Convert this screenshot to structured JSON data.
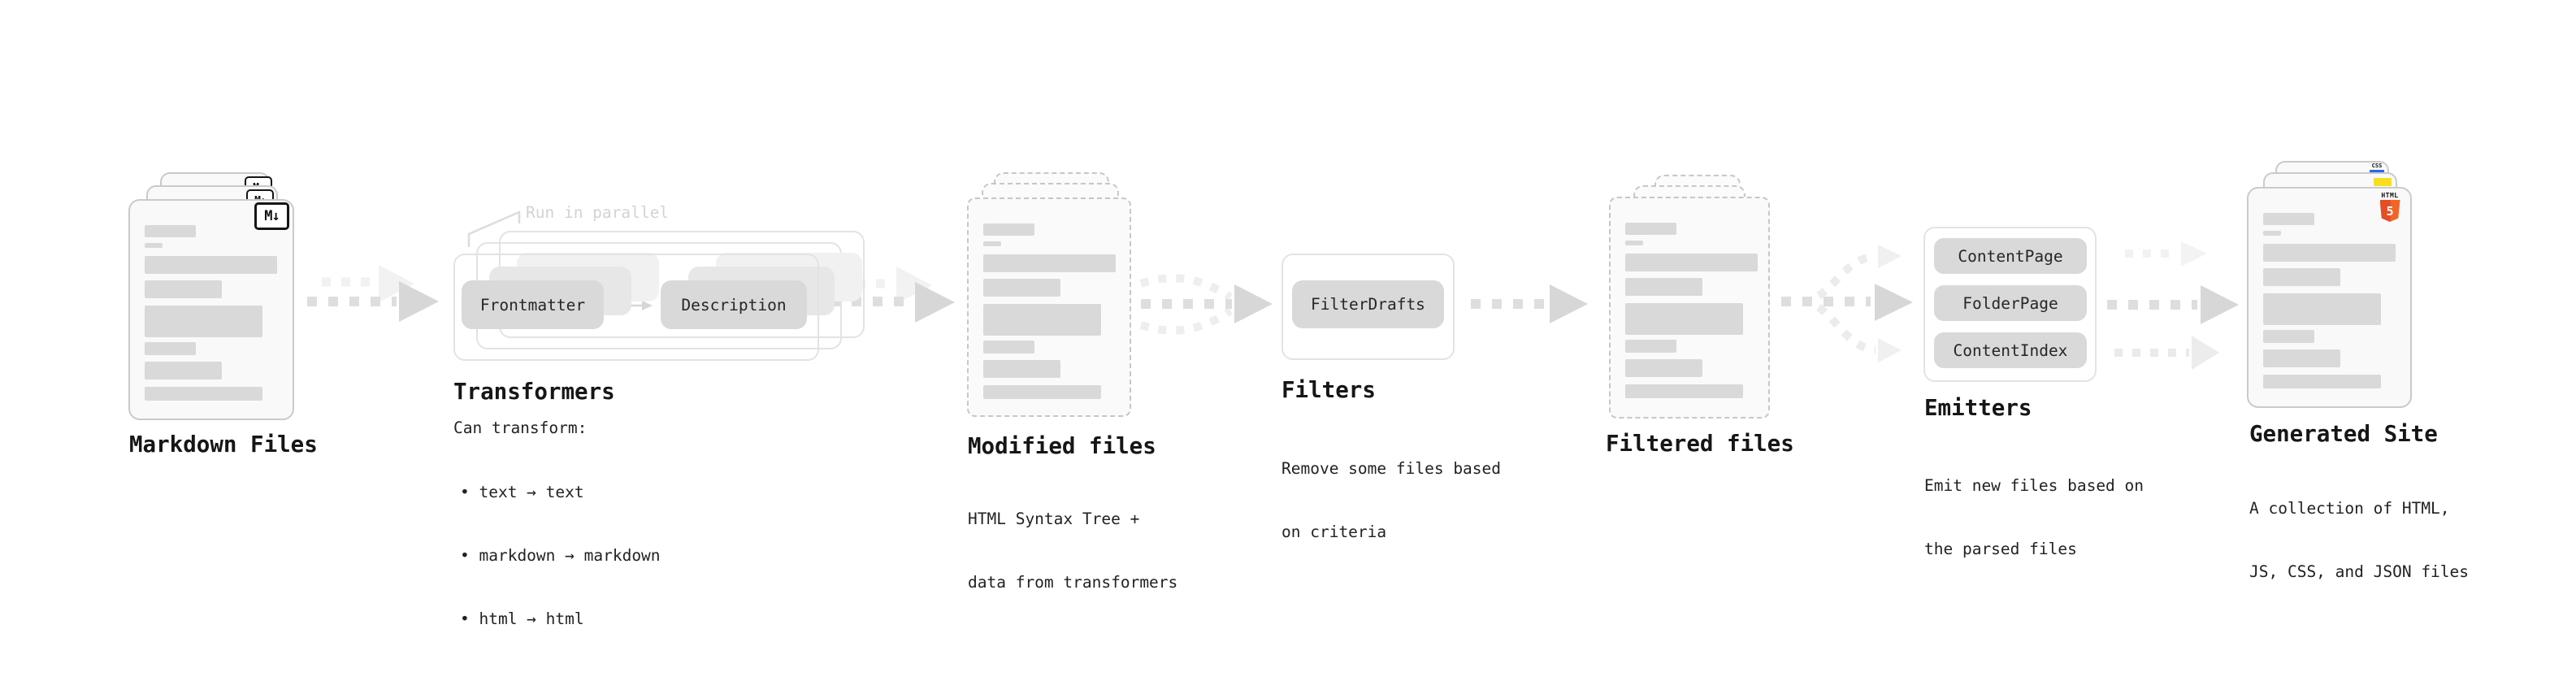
{
  "nodes": {
    "markdown_files": {
      "label": "Markdown Files",
      "badge": "M↓"
    },
    "transformers": {
      "title": "Transformers",
      "annotation": "Run in parallel",
      "pill_frontmatter": "Frontmatter",
      "pill_description": "Description",
      "caption_heading": "Can transform:",
      "bullets": [
        "• text → text",
        "• markdown → markdown",
        "• html → html"
      ]
    },
    "modified_files": {
      "label": "Modified files",
      "caption_lines": [
        "HTML Syntax Tree +",
        "data from transformers"
      ]
    },
    "filters": {
      "title": "Filters",
      "pill": "FilterDrafts",
      "caption_lines": [
        "Remove some files based",
        "on criteria"
      ]
    },
    "filtered_files": {
      "label": "Filtered files"
    },
    "emitters": {
      "title": "Emitters",
      "pills": [
        "ContentPage",
        "FolderPage",
        "ContentIndex"
      ],
      "caption_lines": [
        "Emit new files based on",
        "the parsed files"
      ]
    },
    "generated_site": {
      "label": "Generated Site",
      "caption_lines": [
        "A collection of HTML,",
        "JS, CSS, and JSON files"
      ],
      "badge_html_label": "HTML",
      "badge_html_number": "5",
      "badge_css_label": "CSS"
    }
  },
  "colors": {
    "arrow_dark_line": "#dedede",
    "arrow_dark_head": "#d7d7d7",
    "arrow_light": "#efefef",
    "pill_fill": "#d9d9d9",
    "doc_border": "#cacaca",
    "skeleton_bar": "#d9d9d9",
    "html5_orange_left": "#e44d26",
    "html5_orange_right": "#f16529",
    "js_yellow": "#f7df1e",
    "css_blue": "#2965f1",
    "annotation_gray": "#d3d3d3"
  }
}
